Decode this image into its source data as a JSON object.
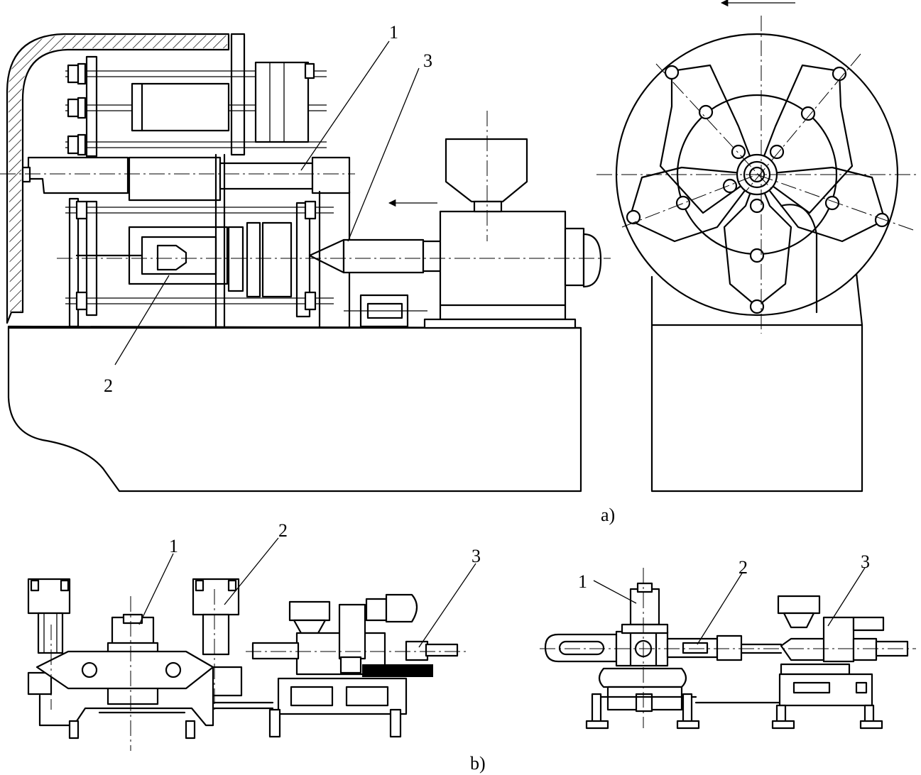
{
  "figure": {
    "caption_a": "a)",
    "caption_b": "b)",
    "labels_a": [
      "1",
      "2",
      "3"
    ],
    "labels_b_left": [
      "1",
      "2",
      "3"
    ],
    "labels_b_right": [
      "1",
      "2",
      "3"
    ]
  }
}
